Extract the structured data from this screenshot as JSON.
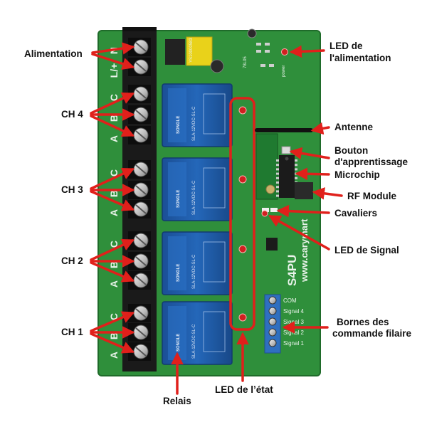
{
  "labels": {
    "alimentation": "Alimentation",
    "ch4": "CH 4",
    "ch3": "CH 3",
    "ch2": "CH 2",
    "ch1": "CH 1",
    "relais": "Relais",
    "led_etat": "LED de l’état",
    "led_alim_line1": "LED de",
    "led_alim_line2": "l'alimentation",
    "antenne": "Antenne",
    "bouton_line1": "Bouton",
    "bouton_line2": "d'apprentissage",
    "microchip": "Microchip",
    "rf_module": "RF Module",
    "cavaliers": "Cavaliers",
    "led_signal": "LED de Signal",
    "bornes_line1": "Bornes des",
    "bornes_line2": "commande filaire"
  },
  "board": {
    "model": "S4PU",
    "website": "www.carymart",
    "terminal_markings": [
      "N",
      "L/+",
      "C",
      "B",
      "A",
      "C",
      "B",
      "A",
      "C",
      "B",
      "A",
      "C",
      "B",
      "A"
    ],
    "signal_terminals": [
      "COM",
      "Signal 4",
      "Signal 3",
      "Signal 2",
      "Signal 1"
    ],
    "relay_brand": "SONGLE",
    "relay_model": "SLA-12VDC-SL-C",
    "power_module_code": "YS10000583",
    "regulator_code": "78L05",
    "power_silk": "power"
  },
  "colors": {
    "pcb": "#2f8f3b",
    "relay": "#1e5aa8",
    "arrow": "#e0201b",
    "highlight": "#e0201b",
    "terminal_block": "#1a1a1a",
    "signal_block": "#2f6fc0",
    "power_module": "#e9d21a"
  }
}
